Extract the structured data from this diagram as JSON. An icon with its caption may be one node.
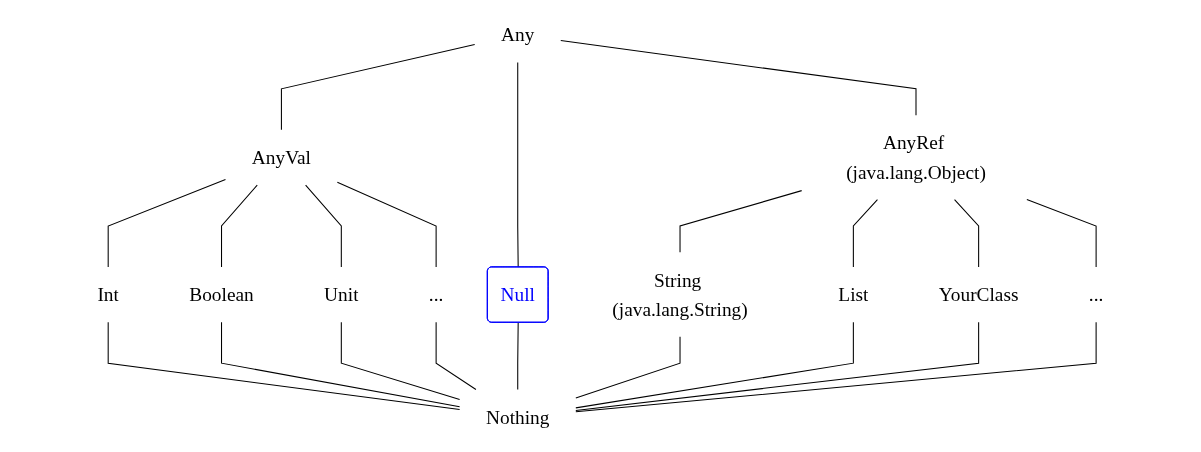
{
  "diagram": {
    "nodes": [
      {
        "text": [
          "Any"
        ]
      },
      {
        "text": [
          "AnyVal"
        ]
      },
      {
        "text": [
          "Null"
        ]
      },
      {
        "text": [
          "AnyRef (java.lang.Object)"
        ]
      },
      {
        "text": [
          "Int"
        ]
      },
      {
        "text": [
          "Boolean"
        ]
      },
      {
        "text": [
          "Unit"
        ]
      },
      {
        "text": [
          "..."
        ]
      },
      {
        "text": [
          "String (java.lang.String)"
        ]
      },
      {
        "text": [
          "List"
        ]
      },
      {
        "text": [
          "YourClass"
        ]
      },
      {
        "text": [
          "..."
        ]
      },
      {
        "text": [
          "Nothing"
        ]
      }
    ],
    "edges": [
      {
        "from": 0,
        "to": 1,
        "arrow": "none"
      },
      {
        "from": 0,
        "to": 2,
        "arrow": "none"
      },
      {
        "from": 0,
        "to": 3,
        "arrow": "none"
      },
      {
        "from": 1,
        "to": 4,
        "arrow": "none"
      },
      {
        "from": 1,
        "to": 5,
        "arrow": "none"
      },
      {
        "from": 1,
        "to": 6,
        "arrow": "none"
      },
      {
        "from": 1,
        "to": 7,
        "arrow": "none"
      },
      {
        "from": 3,
        "to": 8,
        "arrow": "none"
      },
      {
        "from": 3,
        "to": 9,
        "arrow": "none"
      },
      {
        "from": 3,
        "to": 10,
        "arrow": "none"
      },
      {
        "from": 3,
        "to": 11,
        "arrow": "none"
      },
      {
        "from": 4,
        "to": 12,
        "arrow": "none"
      },
      {
        "from": 5,
        "to": 12,
        "arrow": "none"
      },
      {
        "from": 6,
        "to": 12,
        "arrow": "none"
      },
      {
        "from": 7,
        "to": 12,
        "arrow": "none"
      },
      {
        "from": 2,
        "to": 12,
        "arrow": "none"
      },
      {
        "from": 8,
        "to": 12,
        "arrow": "none"
      },
      {
        "from": 9,
        "to": 12,
        "arrow": "none"
      },
      {
        "from": 10,
        "to": 12,
        "arrow": "none"
      },
      {
        "from": 11,
        "to": 12,
        "arrow": "none"
      }
    ]
  }
}
